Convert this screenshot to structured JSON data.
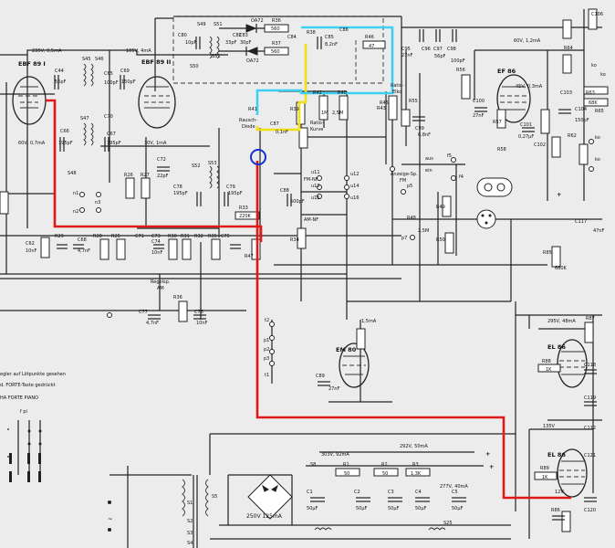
{
  "colors": {
    "highlight_red": "#e01818",
    "highlight_yellow": "#f0e010",
    "highlight_cyan": "#3ed0f0",
    "highlight_blue": "#1530d0"
  },
  "tubes": {
    "v1": "EBF 89 I",
    "v2": "EBF 89 II",
    "v3": "EF 86",
    "v4": "EM 80",
    "v5": "EL 86",
    "v6": "EL 86"
  },
  "supply": {
    "v1": "235V, 9,5mA",
    "v1b": "60V, 0,7mA",
    "v2": "105V, 4mA",
    "v2b": "30V, 1mA",
    "v3": "60V, 1,2mA",
    "v3b": "45V, 0,3mA",
    "em": "1,5mA",
    "el1": "295V, 48mA",
    "el2": "135V",
    "el3": "12V",
    "ps1": "303V, 92mA",
    "ps2": "292V, 50mA",
    "ps3": "277V, 40mA",
    "bridge": "250V 125mA"
  },
  "labels": {
    "diode_a": "OA72",
    "diode_b": "OA72",
    "r36": "R36",
    "r36v": "560",
    "r37": "R37",
    "r37v": "560",
    "c82": "C82",
    "c82v": "33pF",
    "c83": "C83",
    "c83v": "30pF",
    "c80": "C80",
    "c80v": "10pF",
    "c84": "C84",
    "r38": "R38",
    "c85": "C85",
    "c85v": "8,2nF",
    "c86": "C86",
    "r46": "R46",
    "r46v": "47",
    "s51": "S51",
    "s50": "S50",
    "s49": "S49",
    "s51b": "S51'",
    "rausch": "Rausch-",
    "dioden": "Diode",
    "c87": "C87",
    "c87v": "0,1nF",
    "r41": "R41",
    "r39": "R39",
    "r40": "R40",
    "r40v": "2,5M",
    "r42": "R42",
    "r42v": "1M",
    "r43": "R43",
    "ratio1": "Ratio-",
    "ratio2": "Elko",
    "ratio3": "Ratio-",
    "ratio4": "Kurve",
    "c95": "C95",
    "c95v": "27nF",
    "c96": "C96",
    "c97": "C97",
    "c98": "C98",
    "c98v": "56pF",
    "c98b": "100pF",
    "r55": "R55",
    "r56": "R56",
    "c99": "C99",
    "c99v": "6,8nF",
    "c100": "C100",
    "c100v": "27nF",
    "r57": "R57",
    "c101": "C101",
    "c101v": "0,27µF",
    "c102": "C102",
    "r58": "R58",
    "c103": "C103",
    "c104": "C104",
    "c104v": "150pF",
    "r62": "R62",
    "r63": "R63",
    "r63v": "68K",
    "r64": "R64",
    "c106": "C106",
    "r65": "R65",
    "ko1": "ko",
    "ko2": "ko",
    "c117": "C117",
    "c117v": "47nF",
    "r85": "R85",
    "r85v": "680K",
    "c44": "C44",
    "c44v": "56pF",
    "s45": "S45",
    "s46": "S46",
    "c65": "C65",
    "c65v": "100pF",
    "c69": "C69",
    "c69v": "150pF",
    "s47": "S47",
    "s48": "S48",
    "c66": "C66",
    "c66v": "195pF",
    "c67": "C67",
    "c67v": "195pF",
    "c70": "C70",
    "r26": "R26",
    "r27": "R27",
    "c72": "C72",
    "c72v": "22pF",
    "c78": "C78",
    "c78v": "195pF",
    "s52": "S52",
    "s53": "S53",
    "c79": "C79",
    "c79v": "195pF",
    "r33": "R33",
    "r33v": "220K",
    "c88": "C88",
    "c88v": "500pF",
    "fm_nf": "FM-NF",
    "am_nf": "AM-NF",
    "r34": "R34",
    "r47": "R47",
    "r49": "R49",
    "r50": "R50",
    "r48": "R48",
    "r48v": "2,5M",
    "c62": "C62",
    "c62v": "10nF",
    "r25": "R25",
    "r29": "R29",
    "c68": "C68",
    "c68v": "4,7nF",
    "r28": "R28",
    "c73": "C73",
    "r30": "R30",
    "r31": "R31",
    "r32": "R32",
    "c71": "C71",
    "c74": "C74",
    "c74v": "10nF",
    "c75": "C75",
    "r35": "R35",
    "c77": "C77",
    "c77v": "4,7nF",
    "r36b": "R36",
    "c76": "C76",
    "c76v": "10nF",
    "regel1": "Regelsp.",
    "regel2": "AM",
    "anz1": "Anzeige-Sp.",
    "anz2": "FM",
    "aus": "aus",
    "ein": "ein",
    "r45": "R45",
    "c89": "C89",
    "c89v": "27nF",
    "c112": "C112",
    "c118": "C118",
    "c119": "C119",
    "c120": "C120",
    "c121": "C121",
    "r86": "R86",
    "r87": "R87",
    "r88": "R88",
    "r89": "R89",
    "r89v": "1K",
    "r88v": "1K",
    "s8": "S8",
    "r1": "R1",
    "r1v": "50",
    "r2": "R2",
    "r2v": "50",
    "r3": "R3",
    "r3v": "1,3K",
    "c1": "C1",
    "c1v": "50µF",
    "c2": "C2",
    "c2v": "50µF",
    "c3": "C3",
    "c3v": "50µF",
    "c4": "C4",
    "c4v": "50µF",
    "c5": "C5",
    "c5v": "50µF",
    "s1": "S1",
    "s2": "S2",
    "s3": "S3",
    "s4": "S4",
    "s5": "S5",
    "s25": "S25",
    "ac": "~",
    "plus1": "+",
    "plus2": "+",
    "plus3": "+",
    "note1": "egler auf Lötpunkte gesehen",
    "note2": "d. FORTE-Taste gedrückt",
    "note3": "HA FORTE PIANO",
    "note4": "f    pi",
    "p1": "p1",
    "p2": "p2",
    "p3": "p3",
    "t1": "t1",
    "t2": "t2",
    "u11": "u11",
    "u12": "u12",
    "u13": "u13",
    "u14": "u14",
    "u15": "u15",
    "u16": "u16",
    "n1": "n1",
    "n2": "n2",
    "n3": "n3",
    "p5": "p5",
    "p7": "p7",
    "f5": "f5",
    "f4": "f4",
    "ko3": "ko",
    "ko4": "ko"
  }
}
